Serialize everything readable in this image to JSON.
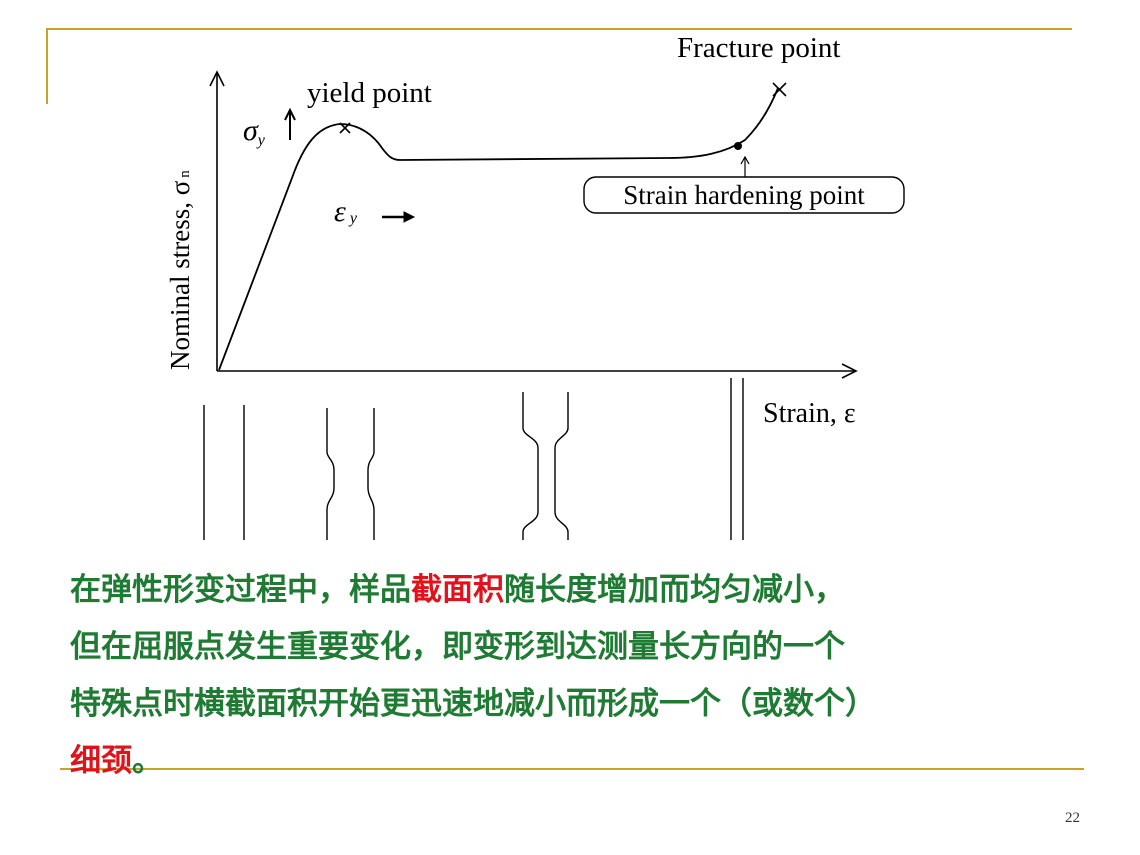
{
  "slide": {
    "page_number": "22",
    "accent_color": "#C9A227"
  },
  "diagram": {
    "y_axis_label": "Nominal stress, σ",
    "y_axis_subscript": "n",
    "x_axis_label": "Strain, ε",
    "sigma_y_symbol": "σ",
    "sigma_y_subscript": "y",
    "epsilon_y_symbol": "ε",
    "epsilon_y_subscript": "y",
    "yield_point_label": "yield point",
    "fracture_point_label": "Fracture point",
    "strain_hardening_label": "Strain hardening point",
    "curve_color": "#000000"
  },
  "body": {
    "line1_a": "在弹性形变过程中，样品",
    "line1_highlight": "截面积",
    "line1_b": "随长度增加而均匀减小，",
    "line2": "但在屈服点发生重要变化，即变形到达测量长方向的一个",
    "line3": "特殊点时横截面积开始更迅速地减小而形成一个（或数个）",
    "line4_highlight": "细颈",
    "line4_b": "。",
    "text_color": "#1F7A33",
    "highlight_color": "#E0121B"
  }
}
